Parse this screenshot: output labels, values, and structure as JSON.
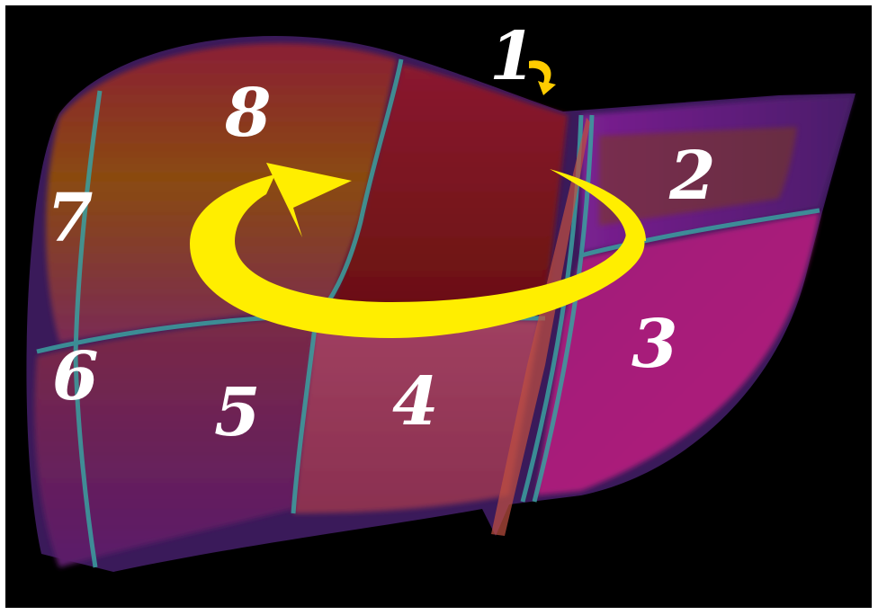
{
  "segments": [
    {
      "id": "1",
      "label": "1"
    },
    {
      "id": "2",
      "label": "2"
    },
    {
      "id": "3",
      "label": "3"
    },
    {
      "id": "4",
      "label": "4"
    },
    {
      "id": "5",
      "label": "5"
    },
    {
      "id": "6",
      "label": "6"
    },
    {
      "id": "7",
      "label": "7"
    },
    {
      "id": "8",
      "label": "8"
    }
  ],
  "colors": {
    "background": "#000000",
    "frame": "#ffffff",
    "arrow": "#ffee00",
    "label": "#ffffff",
    "vessel": "#3aa0a0"
  }
}
